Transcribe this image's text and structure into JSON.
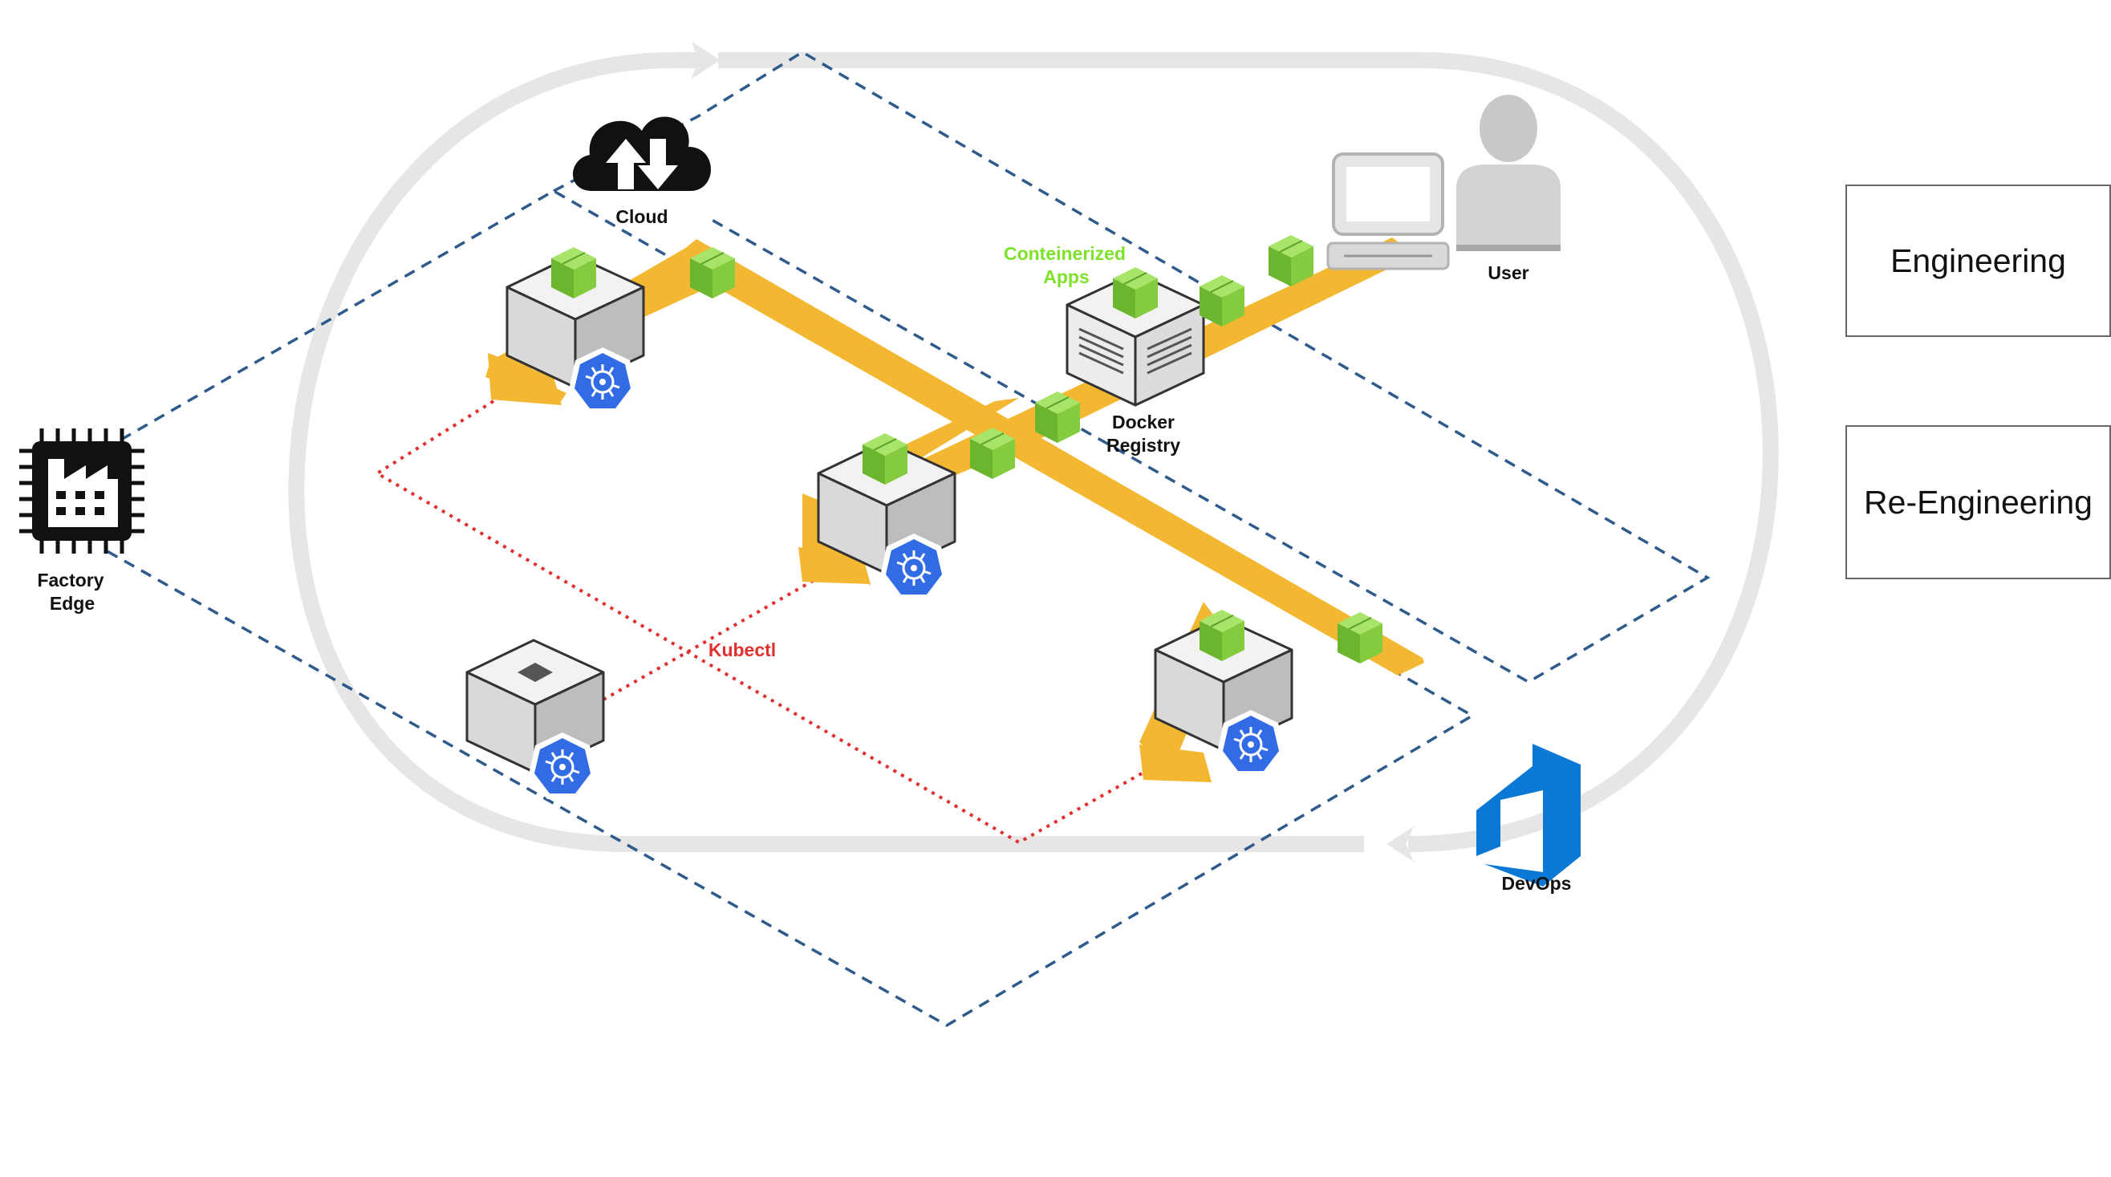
{
  "labels": {
    "cloud": "Cloud",
    "user": "User",
    "containerized_line1": "Conteinerized",
    "containerized_line2": "Apps",
    "docker_line1": "Docker",
    "docker_line2": "Registry",
    "factory_line1": "Factory",
    "factory_line2": "Edge",
    "kubectl": "Kubectl",
    "devops": "DevOps"
  },
  "boxes": {
    "engineering": "Engineering",
    "reengineering": "Re-Engineering"
  },
  "colors": {
    "pipeline": "#f4b731",
    "dashed_border": "#2e5a8c",
    "kubectl_link": "#e03030",
    "containerized_text": "#7ee22b",
    "container_green": "#7ccc3c",
    "cycle_arrow": "#e6e6e6",
    "kubernetes_blue": "#326ce5",
    "devops_blue": "#0a78d4"
  },
  "icons": [
    "cloud-upload-download-icon",
    "desktop-computer-icon",
    "user-silhouette-icon",
    "factory-chip-icon",
    "kubernetes-icon",
    "azure-devops-icon",
    "container-package-icon",
    "server-node-icon"
  ]
}
